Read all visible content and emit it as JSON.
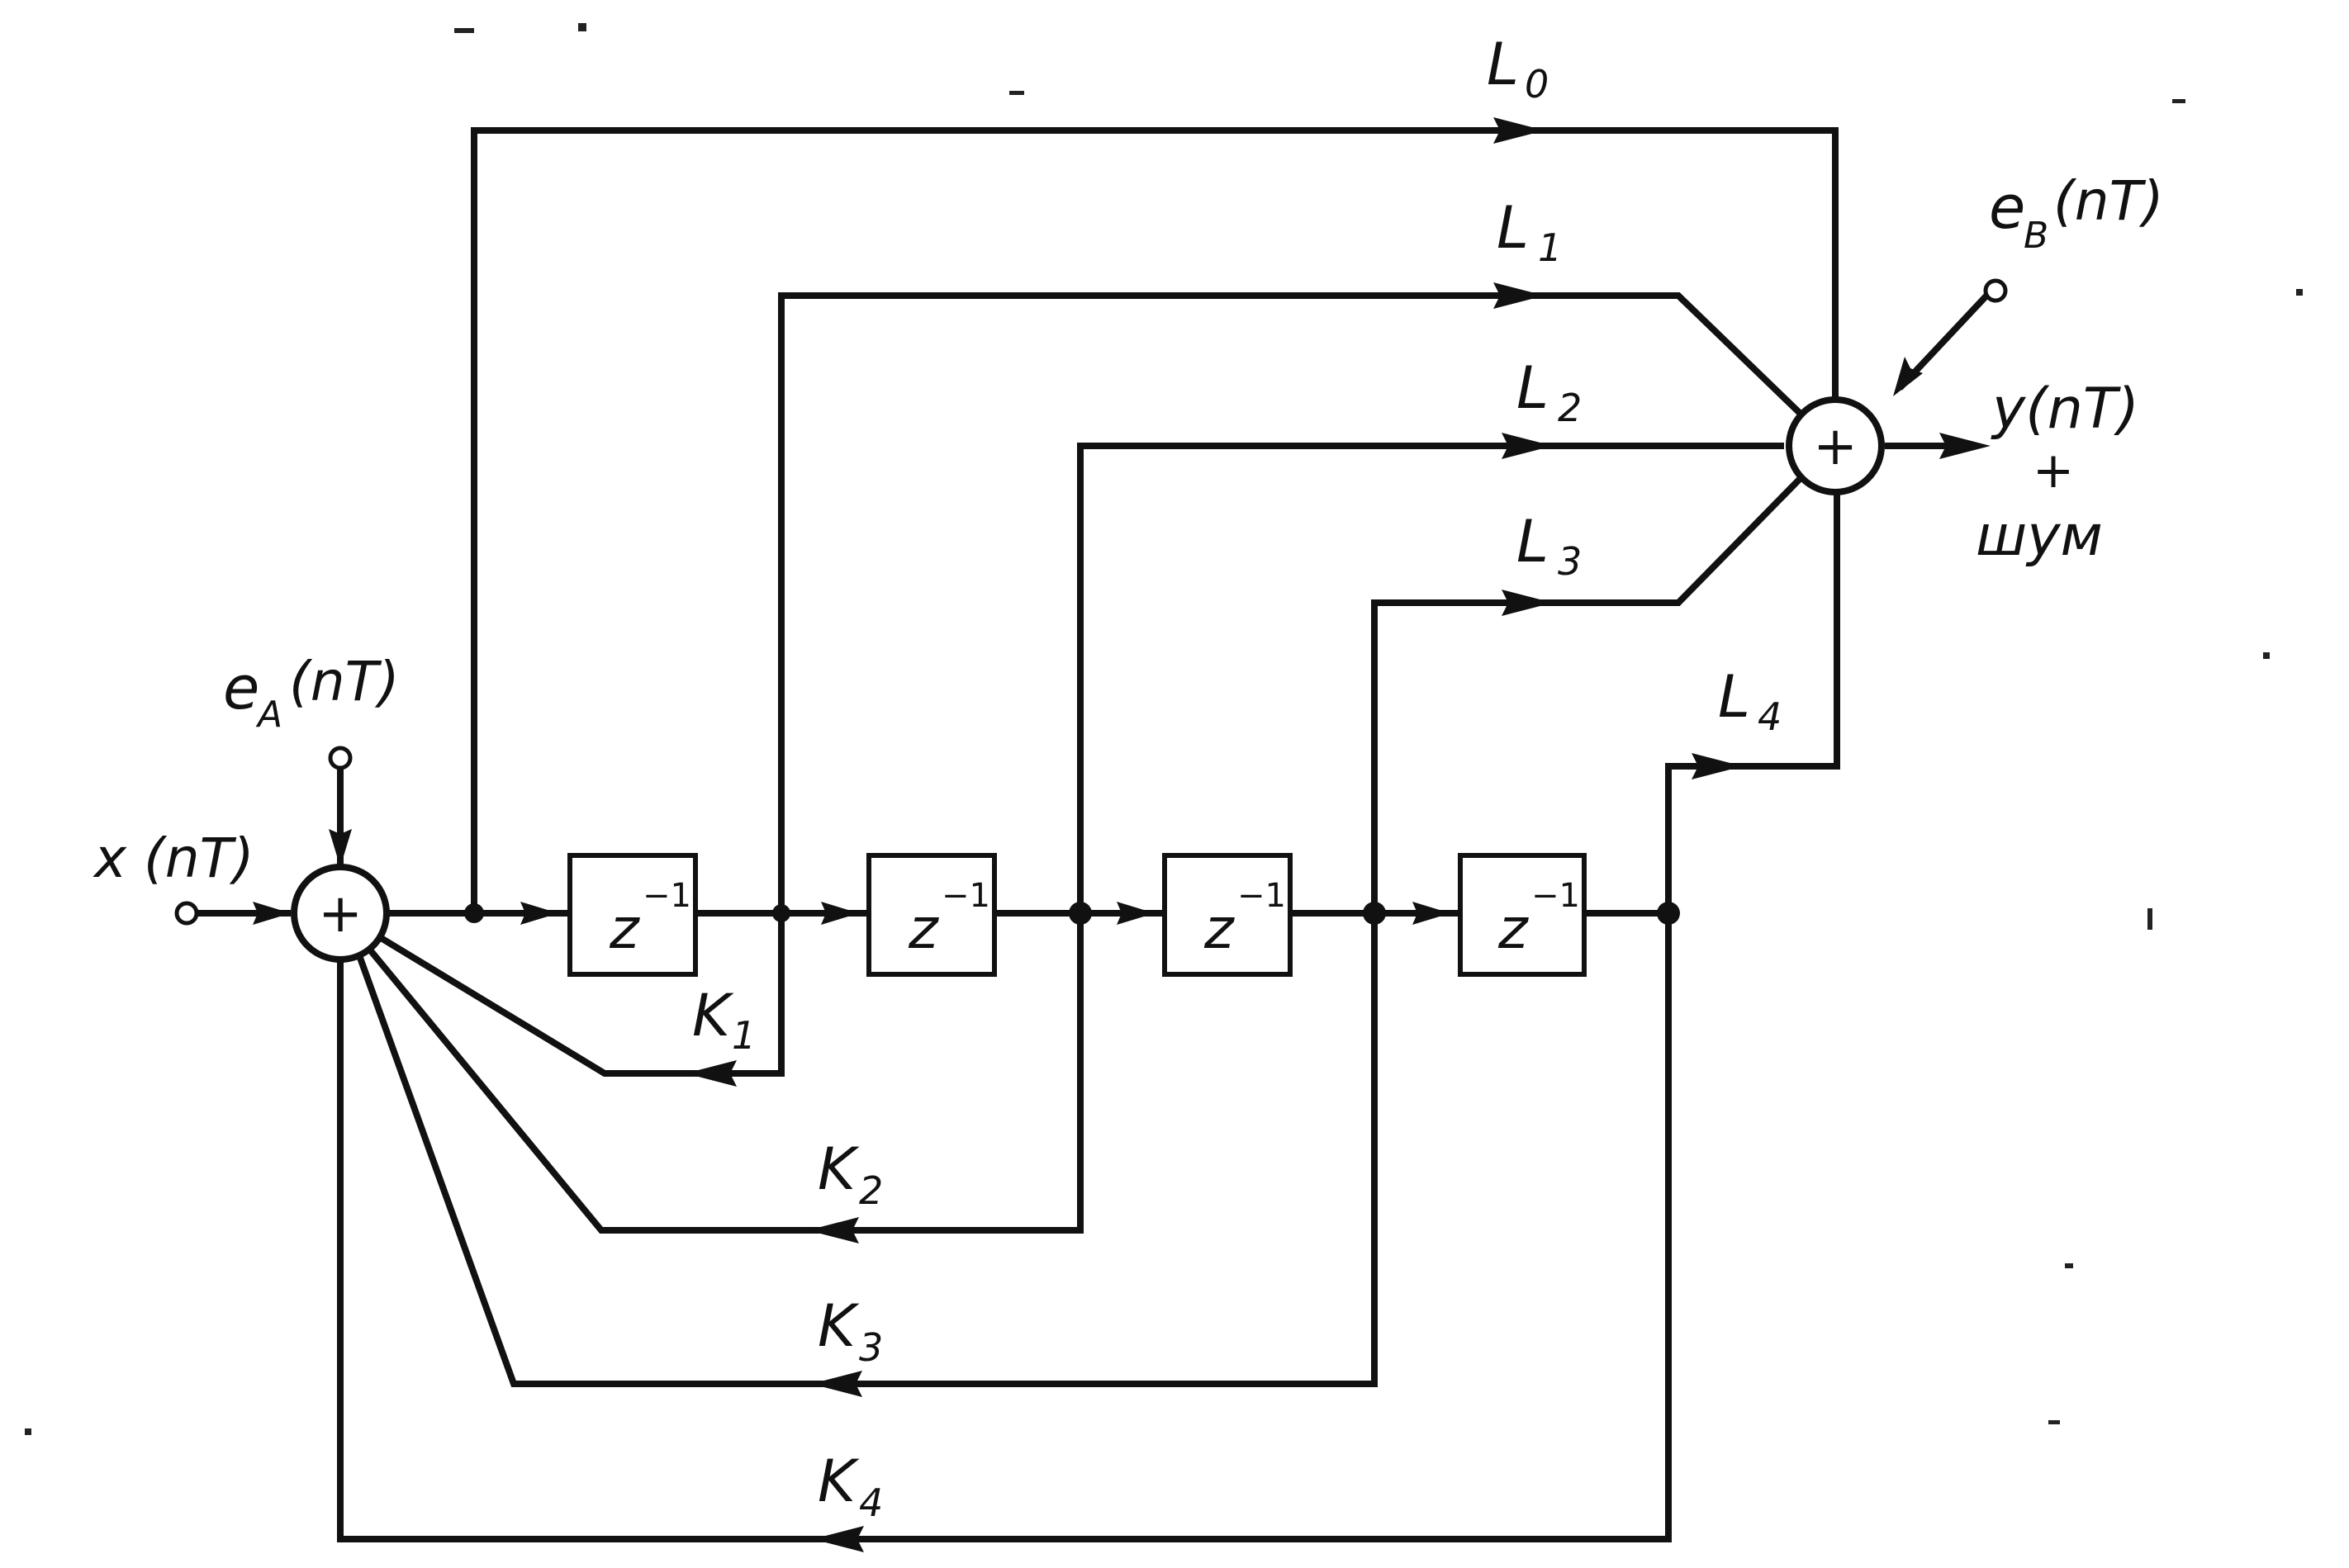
{
  "diagram": {
    "input_label": "x (nT)",
    "noise_a_label": "e",
    "noise_a_sub": "A",
    "noise_a_arg": "(nT)",
    "noise_b_label": "e",
    "noise_b_sub": "B",
    "noise_b_arg": "(nT)",
    "output_label_line1": "y(nT)",
    "output_label_line2": "+",
    "output_label_line3": "шум",
    "sum_symbol": "+",
    "delay_z": "z",
    "delay_exp": "−1",
    "forward_coeffs": [
      {
        "base": "L",
        "sub": "0"
      },
      {
        "base": "L",
        "sub": "1"
      },
      {
        "base": "L",
        "sub": "2"
      },
      {
        "base": "L",
        "sub": "3"
      },
      {
        "base": "L",
        "sub": "4"
      }
    ],
    "feedback_coeffs": [
      {
        "base": "K",
        "sub": "1"
      },
      {
        "base": "K",
        "sub": "2"
      },
      {
        "base": "K",
        "sub": "3"
      },
      {
        "base": "K",
        "sub": "4"
      }
    ]
  }
}
